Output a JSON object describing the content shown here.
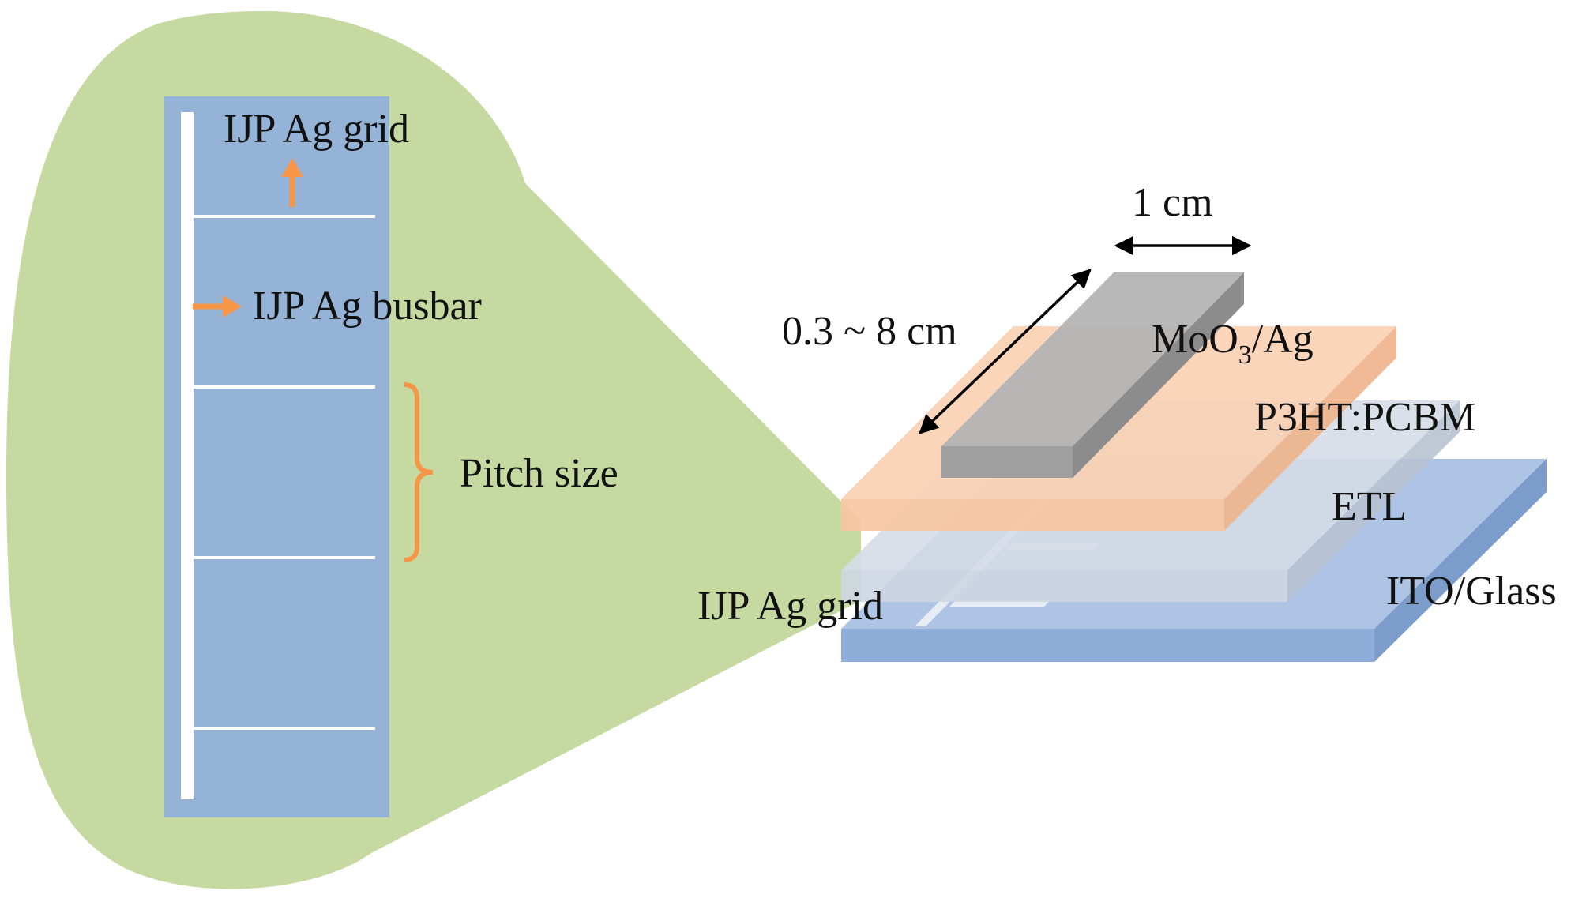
{
  "labels": {
    "grid_top": "IJP Ag grid",
    "busbar": "IJP Ag busbar",
    "pitch": "Pitch size",
    "width_dim": "1 cm",
    "length_dim": "0.3 ~ 8 cm",
    "electrode_main": "MoO",
    "electrode_sub": "3",
    "electrode_tail": "/Ag",
    "active": "P3HT:PCBM",
    "etl": "ETL",
    "substrate": "ITO/Glass",
    "grid_bottom": "IJP Ag grid"
  },
  "colors": {
    "zoom_bubble": "#c5d9a0",
    "strip": "#95b3d7",
    "grid_line": "#ffffff",
    "arrow": "#f79646",
    "substrate_top": "#aec4e4",
    "substrate_front": "#8eadd9",
    "etl_top": "#d5dce6",
    "etl_front": "#cdd6e2",
    "active_top": "#f9cfb0",
    "active_front": "#f7c5a2",
    "electrode_top": "#b4b4b4",
    "electrode_front": "#a0a0a0",
    "dimension": "#000000"
  }
}
